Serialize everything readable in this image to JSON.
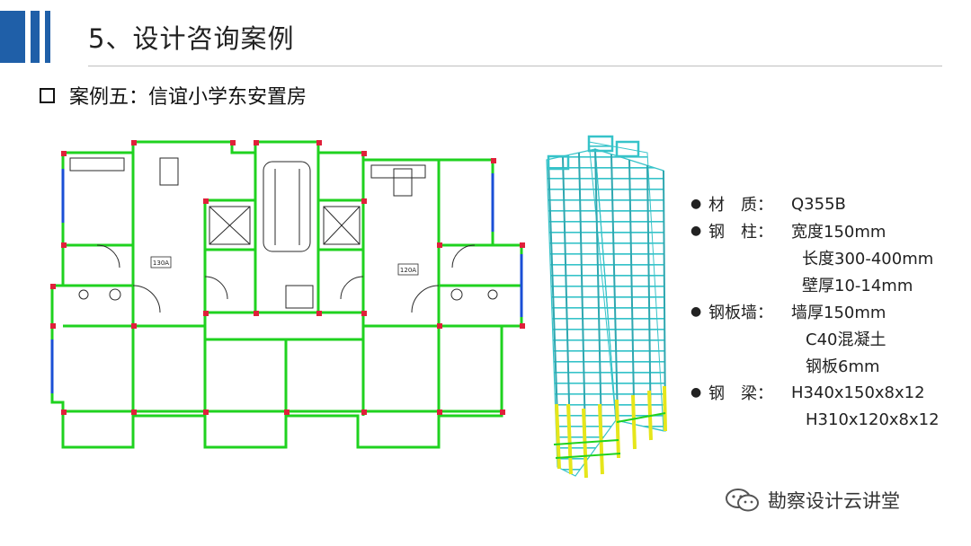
{
  "header": {
    "title": "5、设计咨询案例"
  },
  "case": {
    "heading": "案例五：信谊小学东安置房"
  },
  "plan": {
    "room_labels": [
      "130A",
      "120A"
    ]
  },
  "specs": [
    {
      "label": "材　质：",
      "values": [
        "Q355B"
      ]
    },
    {
      "label": "钢　柱：",
      "values": [
        "宽度150mm",
        "长度300-400mm",
        "壁厚10-14mm"
      ]
    },
    {
      "label": "钢板墙：",
      "values": [
        "墙厚150mm",
        "C40混凝土",
        "钢板6mm"
      ]
    },
    {
      "label": "钢　梁：",
      "values": [
        "H340x150x8x12",
        "H310x120x8x12"
      ]
    }
  ],
  "watermark": {
    "text": "勘察设计云讲堂"
  },
  "colors": {
    "accent": "#1f5fa8",
    "plan_green": "#1fd21f",
    "column_red": "#e0203a",
    "steel_cyan": "#36c3c9",
    "steel_yellow": "#e6e61a"
  }
}
